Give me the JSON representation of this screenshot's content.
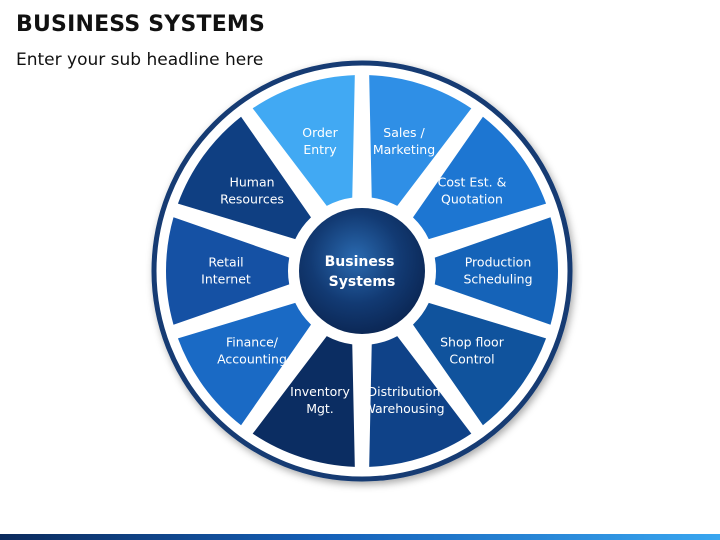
{
  "slide": {
    "title": "BUSINESS SYSTEMS",
    "subtitle": "Enter your sub headline here"
  },
  "wheel": {
    "center": {
      "lines": [
        "Business",
        "Systems"
      ]
    },
    "segments": [
      {
        "id": "order-entry",
        "lines": [
          "Order",
          "Entry"
        ],
        "color": "#41a9f3"
      },
      {
        "id": "sales-marketing",
        "lines": [
          "Sales /",
          "Marketing"
        ],
        "color": "#2f8fe6"
      },
      {
        "id": "cost-estimate",
        "lines": [
          "Cost Est. &",
          "Quotation"
        ],
        "color": "#1d76d2"
      },
      {
        "id": "production-scheduling",
        "lines": [
          "Production",
          "Scheduling"
        ],
        "color": "#1563b8"
      },
      {
        "id": "shop-floor-control",
        "lines": [
          "Shop floor",
          "Control"
        ],
        "color": "#10539d"
      },
      {
        "id": "distribution-warehousing",
        "lines": [
          "Distribution",
          "Warehousing"
        ],
        "color": "#0f4288"
      },
      {
        "id": "inventory-mgt",
        "lines": [
          "Inventory",
          "Mgt."
        ],
        "color": "#0b2d62"
      },
      {
        "id": "finance-accounting",
        "lines": [
          "Finance/",
          "Accounting"
        ],
        "color": "#1a6ac5"
      },
      {
        "id": "retail-internet",
        "lines": [
          "Retail",
          "Internet"
        ],
        "color": "#1551a4"
      },
      {
        "id": "human-resources",
        "lines": [
          "Human",
          "Resources"
        ],
        "color": "#0f3f82"
      }
    ]
  }
}
